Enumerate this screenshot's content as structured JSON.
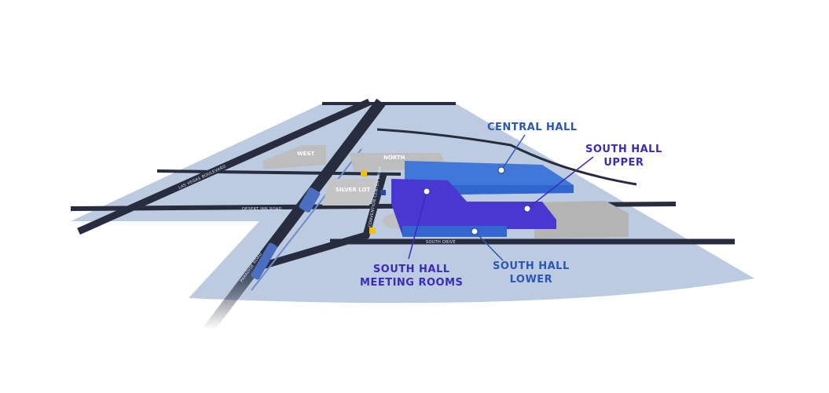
{
  "map": {
    "buildings": {
      "west": "WEST",
      "north": "NORTH",
      "silver_lot": "SILVER LOT"
    },
    "streets": {
      "las_vegas_blvd": "LAS VEGAS BOULEVARD",
      "desert_inn": "DESERT INN ROAD",
      "paradise": "PARADISE ROAD",
      "convention_center": "CONVENTION CENTER DRIVE",
      "south_drive": "SOUTH DRIVE"
    },
    "callouts": {
      "central_hall": "CENTRAL HALL",
      "south_hall_upper": [
        "SOUTH HALL",
        "UPPER"
      ],
      "south_hall_lower": [
        "SOUTH HALL",
        "LOWER"
      ],
      "south_hall_meeting": [
        "SOUTH HALL",
        "MEETING ROOMS"
      ]
    },
    "colors": {
      "ground": "#bccbe0",
      "road": "#272d3f",
      "central": "#3f78d8",
      "south": "#4a36d0",
      "building": "#bdbdbd"
    }
  }
}
